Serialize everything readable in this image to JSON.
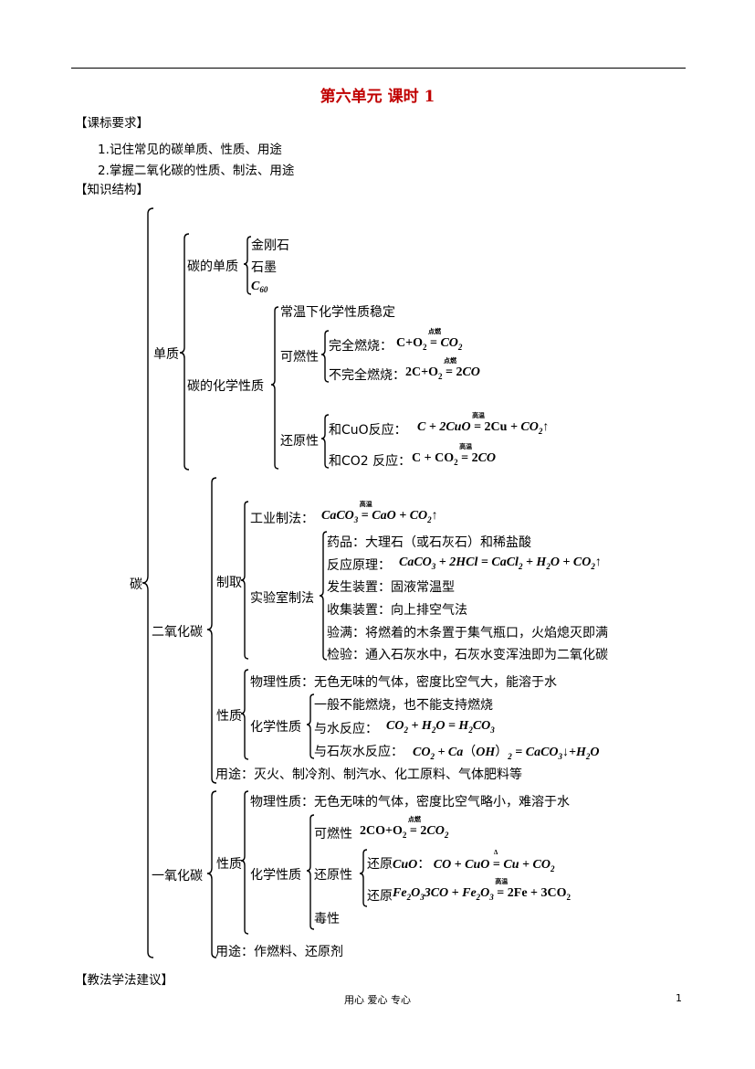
{
  "header": {
    "title": "第六单元 课时 1"
  },
  "sections": {
    "requirements_heading": "【课标要求】",
    "requirements": [
      "1.记住常见的碳单质、性质、用途",
      "2.掌握二氧化碳的性质、制法、用途"
    ],
    "structure_heading": "【知识结构】",
    "teaching_heading": "【教法学法建议】"
  },
  "tree": {
    "root": "碳",
    "elemental": {
      "label": "单质",
      "forms": {
        "label": "碳的单质",
        "items": [
          "金刚石",
          "石墨",
          "C60"
        ]
      },
      "chem": {
        "label": "碳的化学性质",
        "stable": "常温下化学性质稳定",
        "combustible": {
          "label": "可燃性",
          "complete": {
            "label": "完全燃烧：",
            "eq": "C+O2 =点燃= CO2"
          },
          "incomplete": {
            "label": "不完全燃烧：",
            "eq": "2C+O2 =点燃= 2CO"
          }
        },
        "reducing": {
          "label": "还原性",
          "cuo": {
            "label": "和CuO反应：",
            "eq": "C+2CuO =高温= 2Cu+CO2↑"
          },
          "co2": {
            "label": "和CO2 反应：",
            "eq": "C+CO2 =高温= 2CO"
          }
        }
      }
    },
    "co2": {
      "label": "二氧化碳",
      "prep": {
        "label": "制取",
        "industrial": {
          "label": "工业制法：",
          "eq": "CaCO3 =高温= CaO+CO2↑"
        },
        "lab": {
          "label": "实验室制法",
          "items": [
            "药品：大理石（或石灰石）和稀盐酸",
            "反应原理：",
            "发生装置：固液常温型",
            "收集装置：向上排空气法",
            "验满：将燃着的木条置于集气瓶口，火焰熄灭即满",
            "检验：通入石灰水中，石灰水变浑浊即为二氧化碳"
          ],
          "principle_eq": "CaCO3+2HCl=CaCl2+H2O+CO2↑"
        }
      },
      "props": {
        "label": "性质",
        "physical": "物理性质：无色无味的气体，密度比空气大，能溶于水",
        "chem_label": "化学性质",
        "chem_items": [
          "一般不能燃烧，也不能支持燃烧",
          "与水反应：",
          "与石灰水反应："
        ],
        "water_eq": "CO2+H2O=H2CO3",
        "limewater_eq": "CO2+Ca（OH）2 = CaCO3↓+H2O"
      },
      "uses": "用途：灭火、制冷剂、制汽水、化工原料、气体肥料等"
    },
    "co": {
      "label": "一氧化碳",
      "props": {
        "label": "性质",
        "physical": "物理性质：无色无味的气体，密度比空气略小，难溶于水",
        "chem_label": "化学性质",
        "combustible": {
          "label": "可燃性",
          "eq": "2CO+O2 =点燃= 2CO2"
        },
        "reducing": {
          "label": "还原性",
          "cuo": {
            "label": "还原",
            "eq": "CuO：CO+CuO =Δ= Cu+CO2"
          },
          "fe2o3": {
            "label": "还原",
            "eq": "Fe2O3：3CO+Fe2O3 =高温= 2Fe+3CO2"
          }
        },
        "toxic": "毒性"
      },
      "uses": "用途：作燃料、还原剂"
    }
  },
  "footer": {
    "motto": "用心 爱心 专心",
    "page": "1"
  }
}
